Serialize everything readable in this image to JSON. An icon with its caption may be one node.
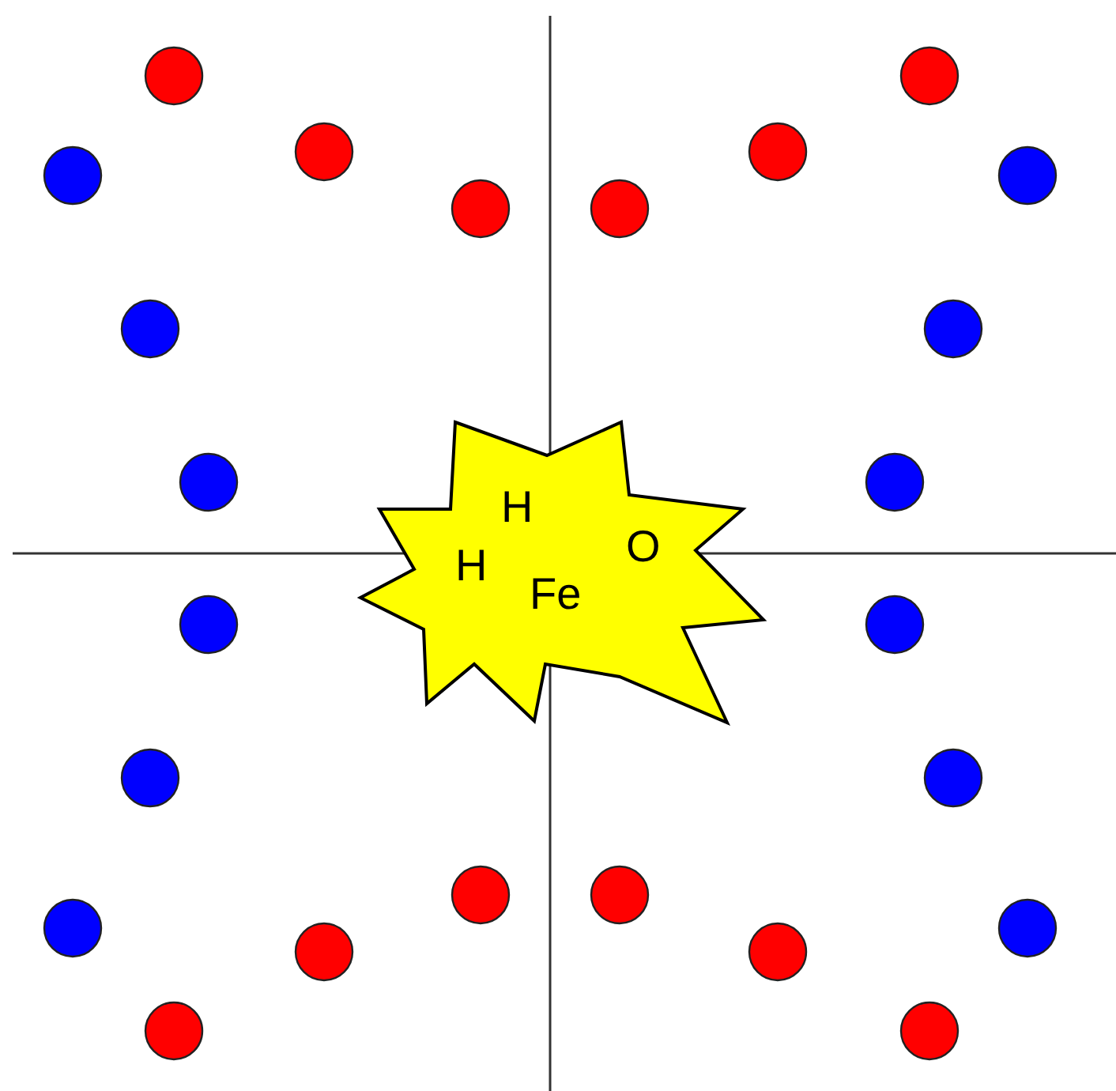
{
  "diagram": {
    "nodes": [
      {
        "text": [
          "H",
          "H",
          "Fe",
          "O"
        ]
      }
    ]
  }
}
